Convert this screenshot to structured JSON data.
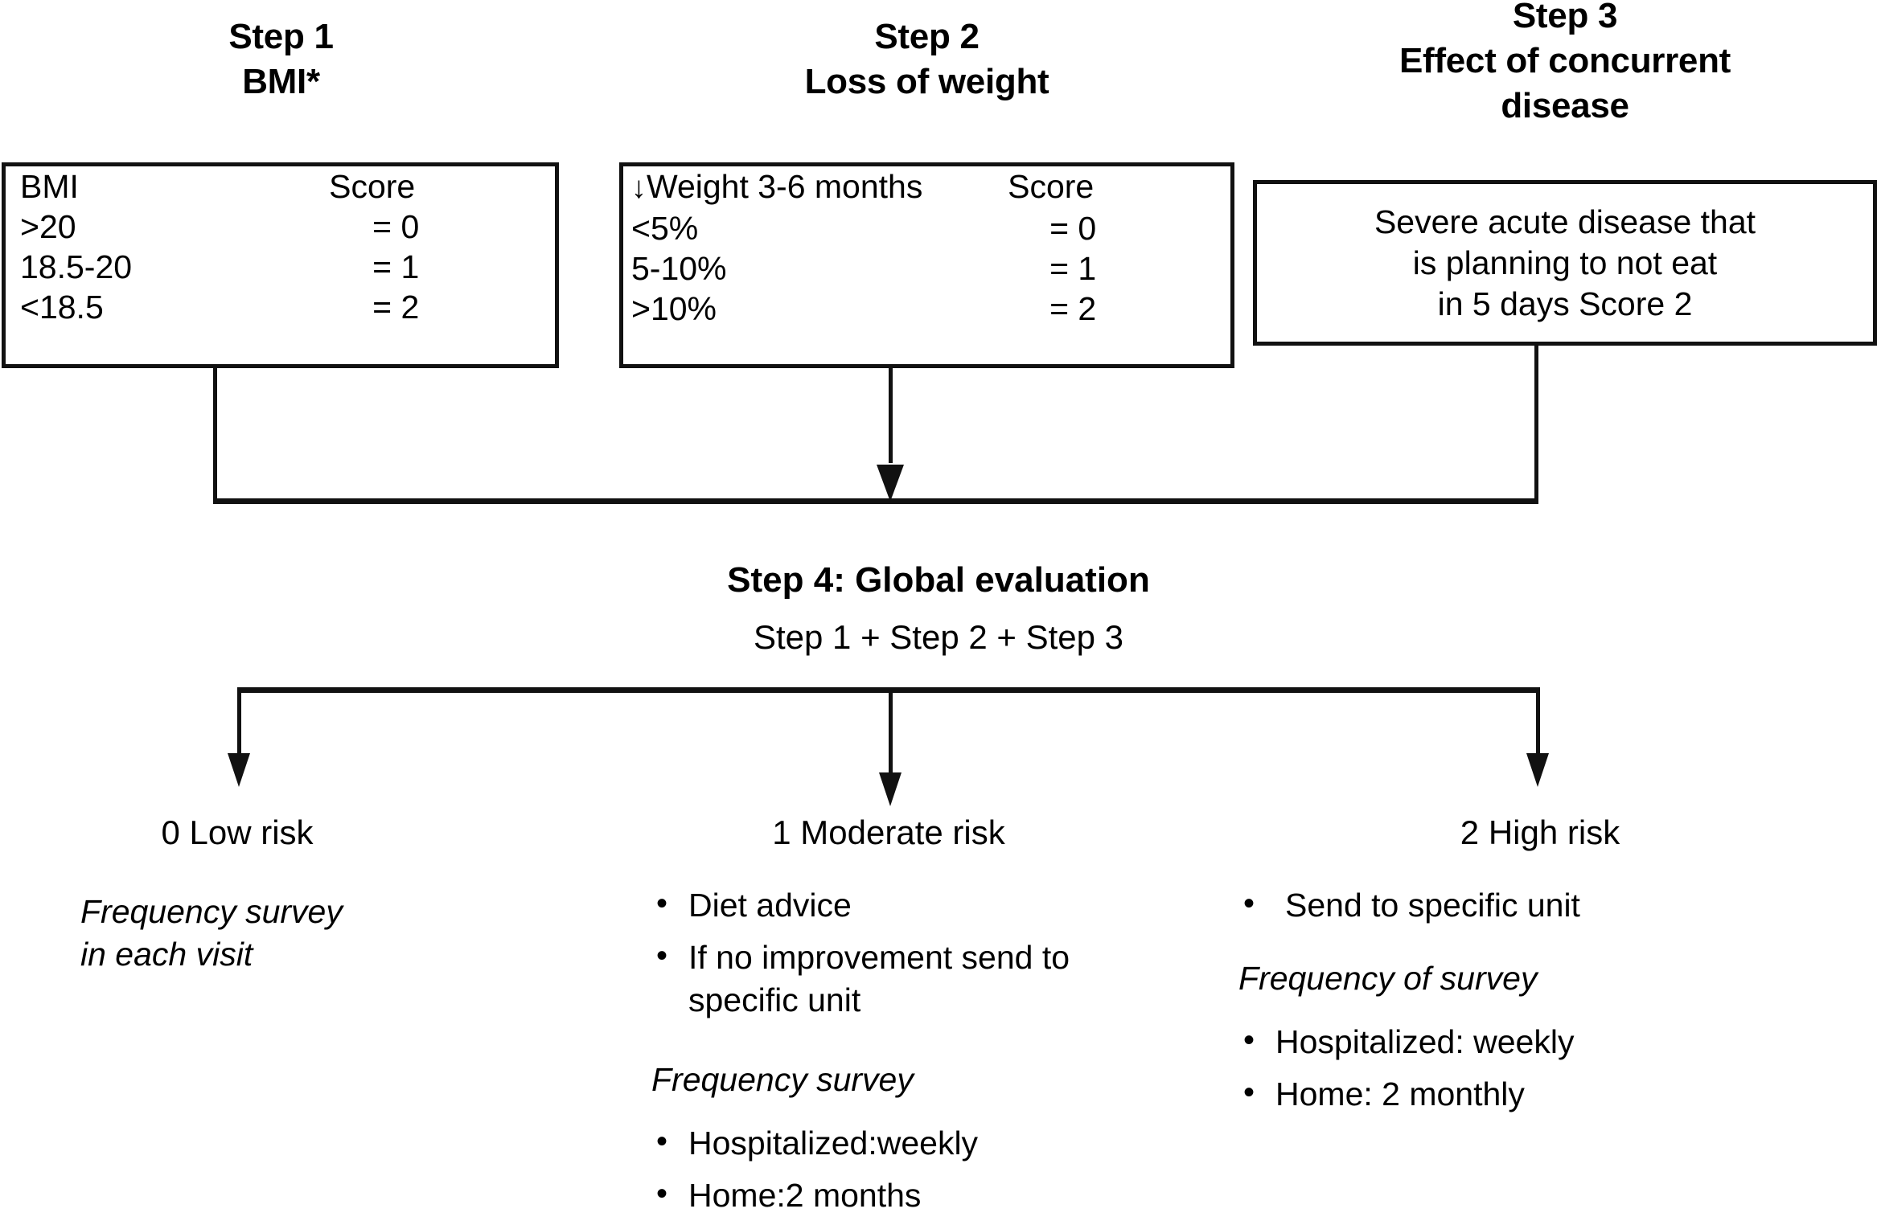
{
  "steps": {
    "step1": {
      "title_line1": "Step 1",
      "title_line2": "BMI*",
      "table": {
        "header_label": "BMI",
        "header_score": "Score",
        "rows": [
          {
            "label": ">20",
            "score": "= 0"
          },
          {
            "label": "18.5-20",
            "score": "= 1"
          },
          {
            "label": "<18.5",
            "score": "= 2"
          }
        ]
      }
    },
    "step2": {
      "title_line1": "Step 2",
      "title_line2": "Loss of weight",
      "table": {
        "header_arrow": "↓",
        "header_label": "Weight 3-6 months",
        "header_score": "Score",
        "rows": [
          {
            "label": "<5%",
            "score": "= 0"
          },
          {
            "label": "5-10%",
            "score": "= 1"
          },
          {
            "label": ">10%",
            "score": "= 2"
          }
        ]
      }
    },
    "step3": {
      "title_line1": "Step 3",
      "title_line2": "Effect of concurrent",
      "title_line3": "disease",
      "box": {
        "line1": "Severe acute disease that",
        "line2": "is planning to not eat",
        "line3": "in 5 days Score 2"
      }
    },
    "step4": {
      "title": "Step 4: Global evaluation",
      "formula": "Step 1 + Step 2 + Step 3"
    }
  },
  "outcomes": [
    {
      "heading": "0 Low risk",
      "italic_blocks": [
        {
          "lines": [
            "Frequency survey",
            "in each visit"
          ]
        }
      ],
      "bullets_before": [],
      "bullets_after": []
    },
    {
      "heading": "1 Moderate risk",
      "bullets_before": [
        "Diet advice",
        "If no improvement send to specific unit"
      ],
      "italic_label": "Frequency survey",
      "bullets_after": [
        "Hospitalized:weekly",
        "Home:2 months"
      ]
    },
    {
      "heading": "2 High risk",
      "bullets_before": [
        "Send to specific unit"
      ],
      "italic_label": "Frequency of survey",
      "bullets_after": [
        "Hospitalized: weekly",
        "Home: 2 monthly"
      ]
    }
  ],
  "colors": {
    "ink": "#111111",
    "background": "#ffffff"
  }
}
